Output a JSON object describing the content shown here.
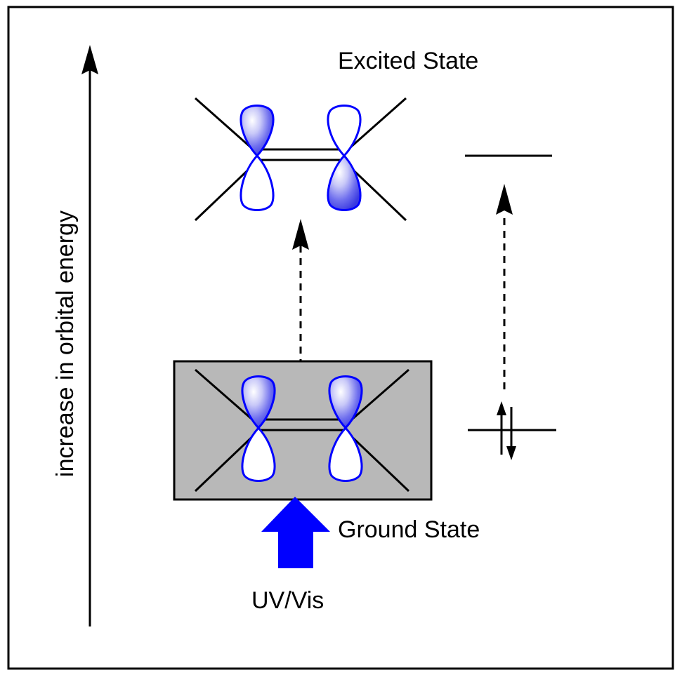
{
  "labels": {
    "excited_state": "Excited State",
    "ground_state": "Ground State",
    "light_source": "UV/Vis",
    "energy_axis": "increase in orbital energy"
  },
  "colors": {
    "frame": "#000000",
    "ground_box_fill": "#b8b8b8",
    "orbital_outline": "#0000ff",
    "orbital_shade_dark": "#3a3ae0",
    "orbital_shade_light": "#ffffff",
    "uv_arrow": "#0000ff"
  },
  "energy_levels": {
    "lower_level_electrons": [
      "up",
      "down"
    ],
    "upper_level_electrons": []
  },
  "transition": "lower-to-upper"
}
